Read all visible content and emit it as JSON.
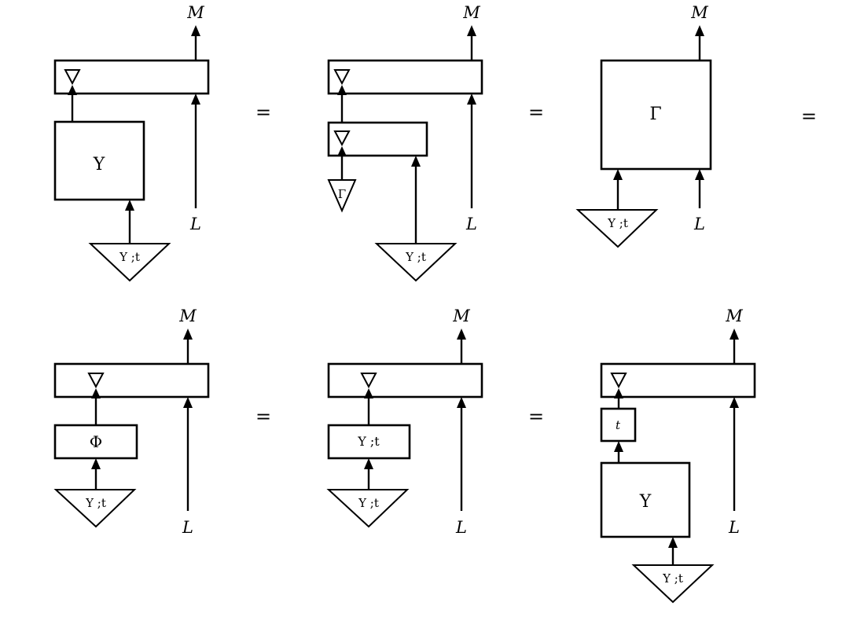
{
  "labels": {
    "output_wire": "M",
    "input_wire": "L",
    "equals": "=",
    "upsilon": "Υ",
    "gamma": "Γ",
    "phi": "Φ",
    "state_upsilon_t": "Υ ;t",
    "t": "t"
  }
}
